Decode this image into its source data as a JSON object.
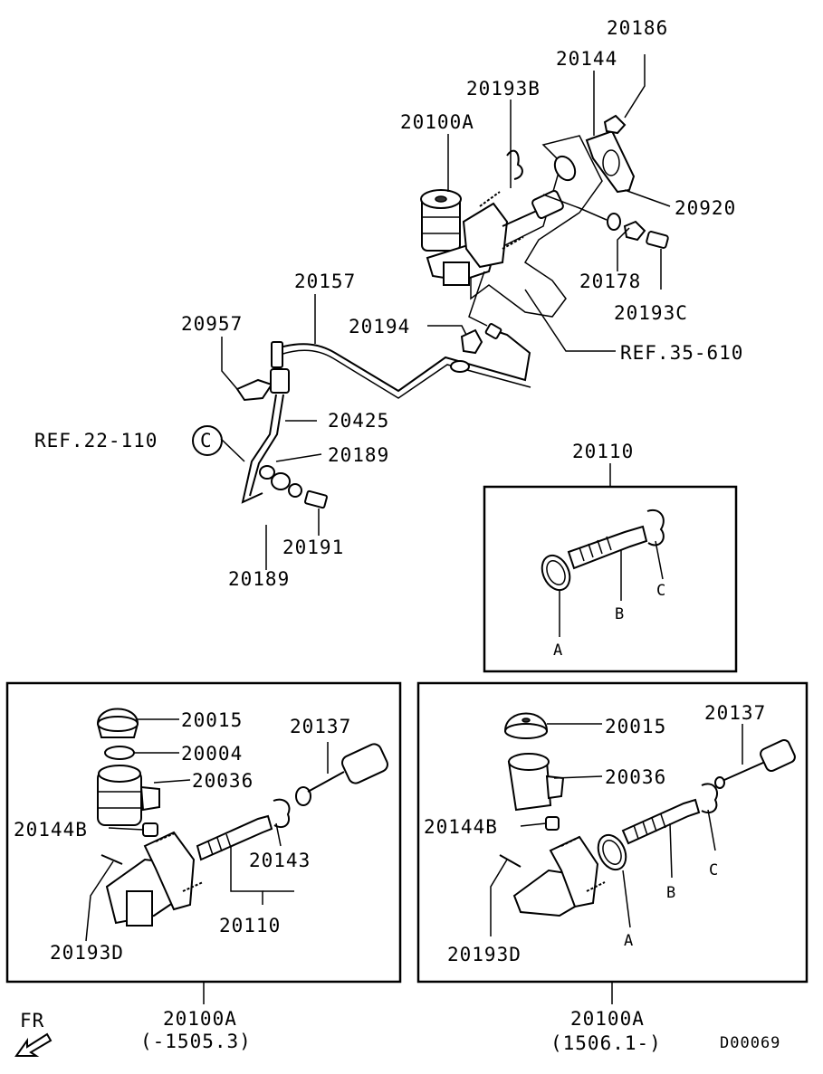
{
  "labels": {
    "p20186": "20186",
    "p20144": "20144",
    "p20193B": "20193B",
    "p20100A": "20100A",
    "p20920": "20920",
    "p20178": "20178",
    "p20193C": "20193C",
    "p20157": "20157",
    "p20957": "20957",
    "p20194": "20194",
    "ref35": "REF.35-610",
    "p20425": "20425",
    "ref22": "REF.22-110",
    "refC": "C",
    "p20189a": "20189",
    "p20189b": "20189",
    "p20191": "20191"
  },
  "kit_box": {
    "title": "20110",
    "a": "A",
    "b": "B",
    "c": "C"
  },
  "left_box": {
    "p20015": "20015",
    "p20004": "20004",
    "p20036": "20036",
    "p20137": "20137",
    "p20144B": "20144B",
    "p20143": "20143",
    "p20110": "20110",
    "p20193D": "20193D",
    "caption": "20100A",
    "range": "(-1505.3)"
  },
  "right_box": {
    "p20015": "20015",
    "p20137": "20137",
    "p20036": "20036",
    "p20144B": "20144B",
    "b": "B",
    "c": "C",
    "a": "A",
    "p20193D": "20193D",
    "caption": "20100A",
    "range": "(1506.1-)"
  },
  "fr_label": "FR",
  "diagram_code": "D00069"
}
